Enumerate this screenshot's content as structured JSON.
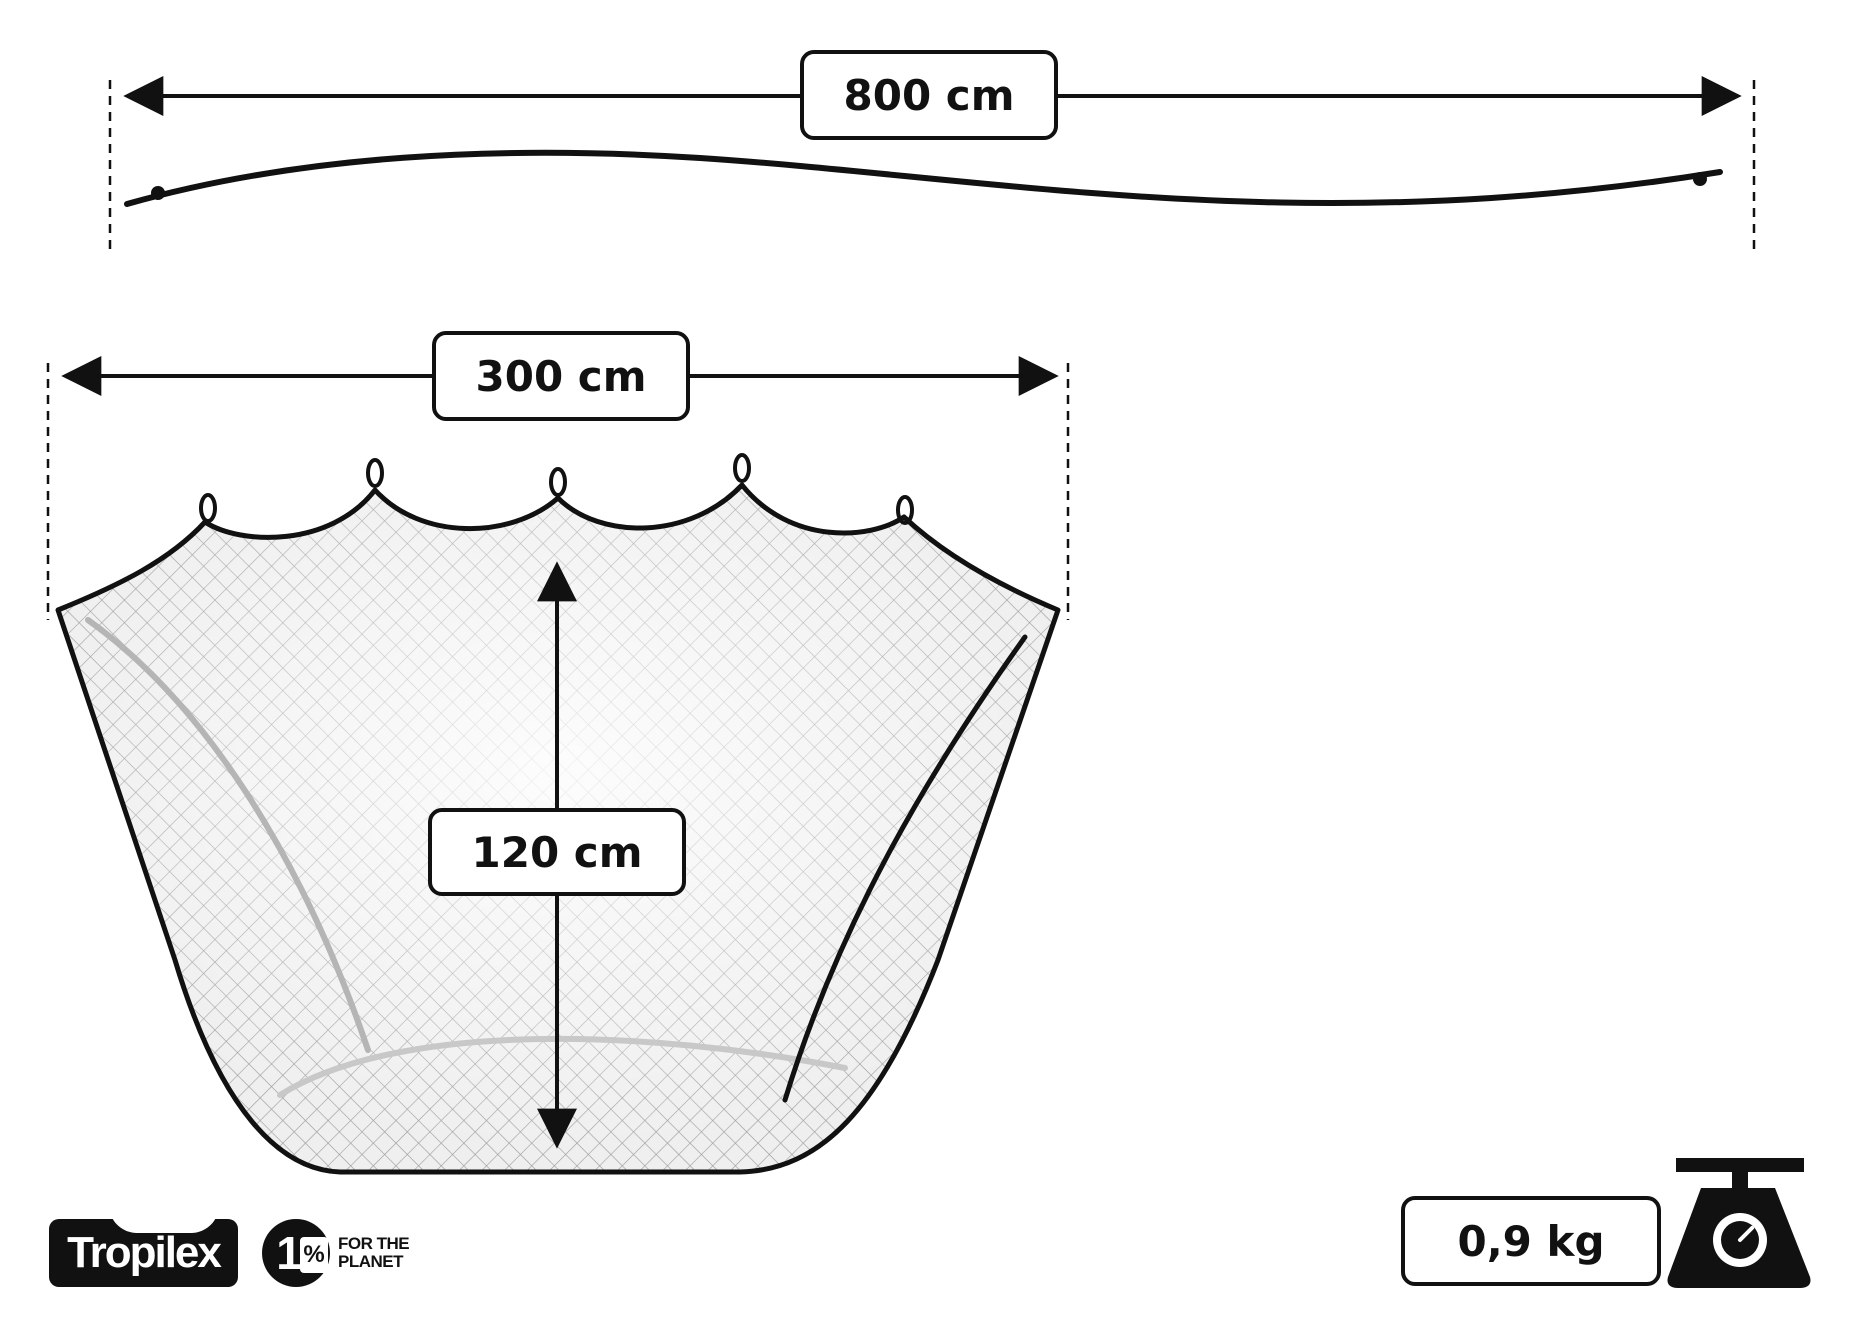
{
  "dimensions": {
    "total_length": "800 cm",
    "net_width": "300 cm",
    "net_depth": "120 cm"
  },
  "weight": {
    "value": "0,9 kg",
    "icon": "scale-icon"
  },
  "logos": {
    "brand": "Tropilex",
    "one_percent_mark": "1",
    "one_percent_sign": "%",
    "one_percent_line1": "FOR THE",
    "one_percent_line2": "PLANET"
  },
  "colors": {
    "ink": "#111111",
    "net_fill": "#e8e8e8",
    "mesh": "#9a9a9a"
  }
}
